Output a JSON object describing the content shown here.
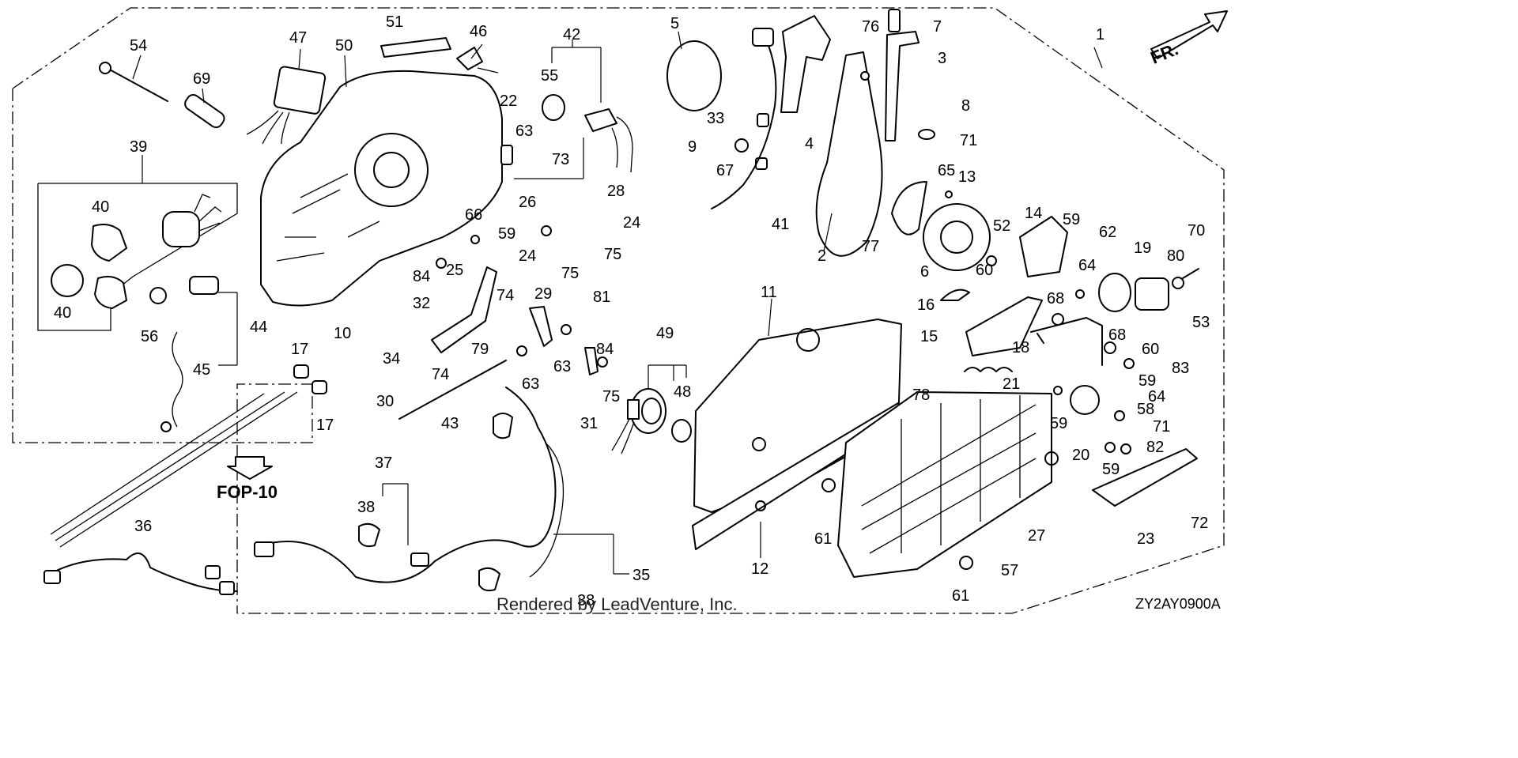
{
  "diagram": {
    "orientation_label": "FR.",
    "reference_label": "FOP-10",
    "footer_credit": "Rendered by LeadVenture, Inc.",
    "figure_code": "ZY2AY0900A"
  },
  "callouts": [
    {
      "id": "c1",
      "text": "1"
    },
    {
      "id": "c2",
      "text": "2"
    },
    {
      "id": "c3",
      "text": "3"
    },
    {
      "id": "c4",
      "text": "4"
    },
    {
      "id": "c5",
      "text": "5"
    },
    {
      "id": "c6",
      "text": "6"
    },
    {
      "id": "c7",
      "text": "7"
    },
    {
      "id": "c8",
      "text": "8"
    },
    {
      "id": "c9",
      "text": "9"
    },
    {
      "id": "c10",
      "text": "10"
    },
    {
      "id": "c11",
      "text": "11"
    },
    {
      "id": "c12",
      "text": "12"
    },
    {
      "id": "c13",
      "text": "13"
    },
    {
      "id": "c14",
      "text": "14"
    },
    {
      "id": "c15",
      "text": "15"
    },
    {
      "id": "c16",
      "text": "16"
    },
    {
      "id": "c17a",
      "text": "17"
    },
    {
      "id": "c17b",
      "text": "17"
    },
    {
      "id": "c18",
      "text": "18"
    },
    {
      "id": "c19",
      "text": "19"
    },
    {
      "id": "c20",
      "text": "20"
    },
    {
      "id": "c21",
      "text": "21"
    },
    {
      "id": "c22",
      "text": "22"
    },
    {
      "id": "c23",
      "text": "23"
    },
    {
      "id": "c24a",
      "text": "24"
    },
    {
      "id": "c24b",
      "text": "24"
    },
    {
      "id": "c25",
      "text": "25"
    },
    {
      "id": "c26",
      "text": "26"
    },
    {
      "id": "c27",
      "text": "27"
    },
    {
      "id": "c28",
      "text": "28"
    },
    {
      "id": "c29",
      "text": "29"
    },
    {
      "id": "c30",
      "text": "30"
    },
    {
      "id": "c31",
      "text": "31"
    },
    {
      "id": "c32",
      "text": "32"
    },
    {
      "id": "c33",
      "text": "33"
    },
    {
      "id": "c34",
      "text": "34"
    },
    {
      "id": "c35",
      "text": "35"
    },
    {
      "id": "c36",
      "text": "36"
    },
    {
      "id": "c37",
      "text": "37"
    },
    {
      "id": "c38a",
      "text": "38"
    },
    {
      "id": "c38b",
      "text": "38"
    },
    {
      "id": "c39",
      "text": "39"
    },
    {
      "id": "c40a",
      "text": "40"
    },
    {
      "id": "c40b",
      "text": "40"
    },
    {
      "id": "c41",
      "text": "41"
    },
    {
      "id": "c42",
      "text": "42"
    },
    {
      "id": "c43",
      "text": "43"
    },
    {
      "id": "c44",
      "text": "44"
    },
    {
      "id": "c45",
      "text": "45"
    },
    {
      "id": "c46",
      "text": "46"
    },
    {
      "id": "c47",
      "text": "47"
    },
    {
      "id": "c48",
      "text": "48"
    },
    {
      "id": "c49",
      "text": "49"
    },
    {
      "id": "c50",
      "text": "50"
    },
    {
      "id": "c51",
      "text": "51"
    },
    {
      "id": "c52",
      "text": "52"
    },
    {
      "id": "c53",
      "text": "53"
    },
    {
      "id": "c54",
      "text": "54"
    },
    {
      "id": "c55",
      "text": "55"
    },
    {
      "id": "c56",
      "text": "56"
    },
    {
      "id": "c57",
      "text": "57"
    },
    {
      "id": "c58",
      "text": "58"
    },
    {
      "id": "c59a",
      "text": "59"
    },
    {
      "id": "c59b",
      "text": "59"
    },
    {
      "id": "c59c",
      "text": "59"
    },
    {
      "id": "c59d",
      "text": "59"
    },
    {
      "id": "c59e",
      "text": "59"
    },
    {
      "id": "c60a",
      "text": "60"
    },
    {
      "id": "c60b",
      "text": "60"
    },
    {
      "id": "c61a",
      "text": "61"
    },
    {
      "id": "c61b",
      "text": "61"
    },
    {
      "id": "c62",
      "text": "62"
    },
    {
      "id": "c63a",
      "text": "63"
    },
    {
      "id": "c63b",
      "text": "63"
    },
    {
      "id": "c63c",
      "text": "63"
    },
    {
      "id": "c64a",
      "text": "64"
    },
    {
      "id": "c64b",
      "text": "64"
    },
    {
      "id": "c65",
      "text": "65"
    },
    {
      "id": "c66",
      "text": "66"
    },
    {
      "id": "c67",
      "text": "67"
    },
    {
      "id": "c68a",
      "text": "68"
    },
    {
      "id": "c68b",
      "text": "68"
    },
    {
      "id": "c69",
      "text": "69"
    },
    {
      "id": "c70",
      "text": "70"
    },
    {
      "id": "c71a",
      "text": "71"
    },
    {
      "id": "c71b",
      "text": "71"
    },
    {
      "id": "c72",
      "text": "72"
    },
    {
      "id": "c73",
      "text": "73"
    },
    {
      "id": "c74a",
      "text": "74"
    },
    {
      "id": "c74b",
      "text": "74"
    },
    {
      "id": "c75a",
      "text": "75"
    },
    {
      "id": "c75b",
      "text": "75"
    },
    {
      "id": "c75c",
      "text": "75"
    },
    {
      "id": "c76",
      "text": "76"
    },
    {
      "id": "c77",
      "text": "77"
    },
    {
      "id": "c78",
      "text": "78"
    },
    {
      "id": "c79",
      "text": "79"
    },
    {
      "id": "c80",
      "text": "80"
    },
    {
      "id": "c81",
      "text": "81"
    },
    {
      "id": "c82",
      "text": "82"
    },
    {
      "id": "c83",
      "text": "83"
    },
    {
      "id": "c84a",
      "text": "84"
    },
    {
      "id": "c84b",
      "text": "84"
    }
  ]
}
